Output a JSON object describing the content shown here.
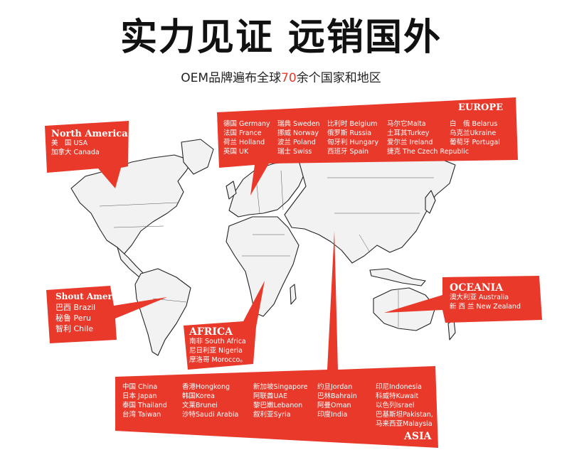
{
  "header": {
    "title": "实力见证 远销国外",
    "subtitle_prefix": "OEM品牌遍布全球",
    "subtitle_number": "70",
    "subtitle_suffix": "余个国家和地区"
  },
  "colors": {
    "accent": "#e8392b",
    "map_land": "#f2f2f2",
    "map_border": "#222222"
  },
  "regions": {
    "north_america": {
      "heading": "North America",
      "countries": [
        "美　国 USA",
        "加拿大 Canada"
      ]
    },
    "europe": {
      "heading": "EUROPE",
      "columns": [
        [
          "德国 Germany",
          "法国 France",
          "荷兰 Holland",
          "英国 UK"
        ],
        [
          "瑞典 Sweden",
          "挪威 Norway",
          "波兰 Poland",
          "瑞士 Swiss"
        ],
        [
          "比利时 Belgium",
          "俄罗斯 Russia",
          "匈牙利 Hungary",
          "西班牙 Spain"
        ],
        [
          "马尔它Malta",
          "土耳其Turkey",
          "爱尔兰 Ireland",
          "捷克 The Czech Republic"
        ],
        [
          "白　俄 Belarus",
          "乌克兰Ukraine",
          "葡萄牙 Portugal"
        ]
      ]
    },
    "south_america": {
      "heading": "Shout America",
      "countries": [
        "巴西 Brazil",
        "秘鲁 Peru",
        "智利 Chile"
      ]
    },
    "africa": {
      "heading": "AFRICA",
      "countries": [
        "南非 South Africa",
        "尼日利亚 Nigeria",
        "摩洛哥 Morocco。"
      ]
    },
    "oceania": {
      "heading": "OCEANIA",
      "countries": [
        "澳大利亚 Australia",
        "新 西 兰 New Zealand"
      ]
    },
    "asia": {
      "heading": "ASIA",
      "columns": [
        [
          "中国 China",
          "日本 Japan",
          "泰国 Thailand",
          "台湾 Taiwan"
        ],
        [
          "香港Hongkong",
          "韩国Korea",
          "文莱Brunei",
          "沙特Saudi Arabia"
        ],
        [
          "新加坡Singapore",
          "阿联酋UAE",
          "黎巴嫩Lebanon",
          "叙利亚Syria"
        ],
        [
          "约旦Jordan",
          "巴林Bahrain",
          "阿曼Oman",
          "印度India"
        ],
        [
          "印尼Indonesia",
          "科威特Kuwait",
          "以色列Israel",
          "巴基斯坦Pakistan,",
          "马来西亚Malaysia"
        ]
      ]
    }
  }
}
